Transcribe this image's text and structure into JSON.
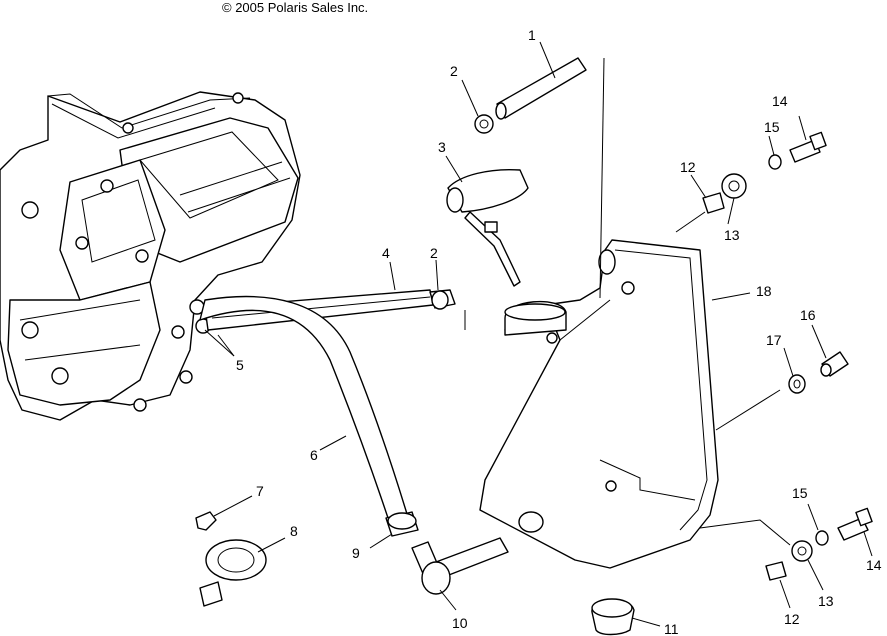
{
  "copyright": "© 2005 Polaris Sales Inc.",
  "callouts": [
    {
      "id": "c1",
      "label": "1"
    },
    {
      "id": "c2a",
      "label": "2"
    },
    {
      "id": "c2b",
      "label": "2"
    },
    {
      "id": "c3",
      "label": "3"
    },
    {
      "id": "c4",
      "label": "4"
    },
    {
      "id": "c5",
      "label": "5"
    },
    {
      "id": "c6",
      "label": "6"
    },
    {
      "id": "c7",
      "label": "7"
    },
    {
      "id": "c8",
      "label": "8"
    },
    {
      "id": "c9",
      "label": "9"
    },
    {
      "id": "c10",
      "label": "10"
    },
    {
      "id": "c11",
      "label": "11"
    },
    {
      "id": "c12a",
      "label": "12"
    },
    {
      "id": "c12b",
      "label": "12"
    },
    {
      "id": "c13a",
      "label": "13"
    },
    {
      "id": "c13b",
      "label": "13"
    },
    {
      "id": "c14a",
      "label": "14"
    },
    {
      "id": "c14b",
      "label": "14"
    },
    {
      "id": "c15a",
      "label": "15"
    },
    {
      "id": "c15b",
      "label": "15"
    },
    {
      "id": "c16",
      "label": "16"
    },
    {
      "id": "c17",
      "label": "17"
    },
    {
      "id": "c18",
      "label": "18"
    }
  ],
  "colors": {
    "line": "#000000",
    "background": "#ffffff"
  }
}
